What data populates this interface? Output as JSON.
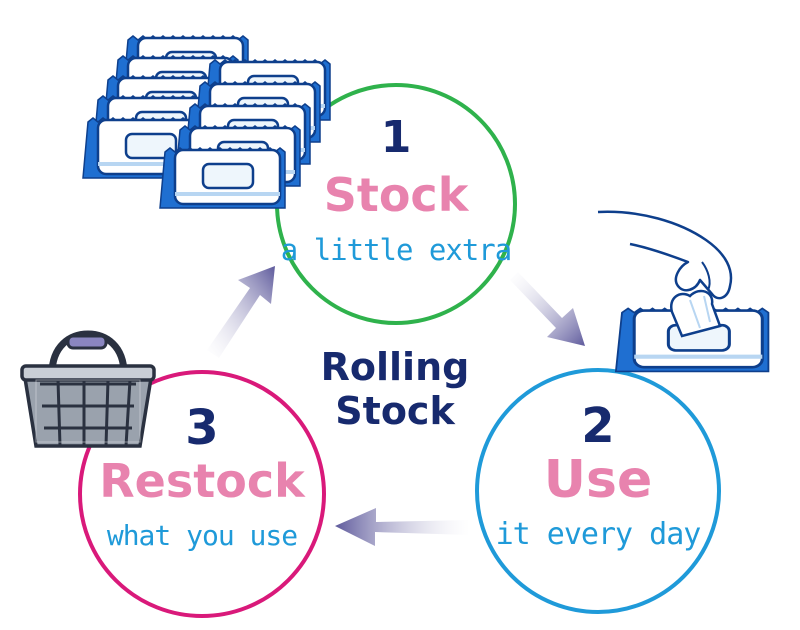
{
  "center": {
    "line1": "Rolling",
    "line2": "Stock"
  },
  "steps": [
    {
      "number": "1",
      "title": "Stock",
      "subtitle": "a little extra"
    },
    {
      "number": "2",
      "title": "Use",
      "subtitle": "it every day"
    },
    {
      "number": "3",
      "title": "Restock",
      "subtitle": "what you use"
    }
  ],
  "colors": {
    "ring_stock": "#2fb24c",
    "ring_use": "#1f9ad9",
    "ring_restock": "#d9197a",
    "number": "#172a6e",
    "title": "#e883ae",
    "subtitle": "#1f9ad9",
    "arrow": "#6a67a6",
    "package_blue": "#1f6fd1"
  },
  "icons": [
    "wet-wipes-stack-icon",
    "hand-pulling-wipe-icon",
    "shopping-basket-icon",
    "cycle-arrow-icon"
  ]
}
